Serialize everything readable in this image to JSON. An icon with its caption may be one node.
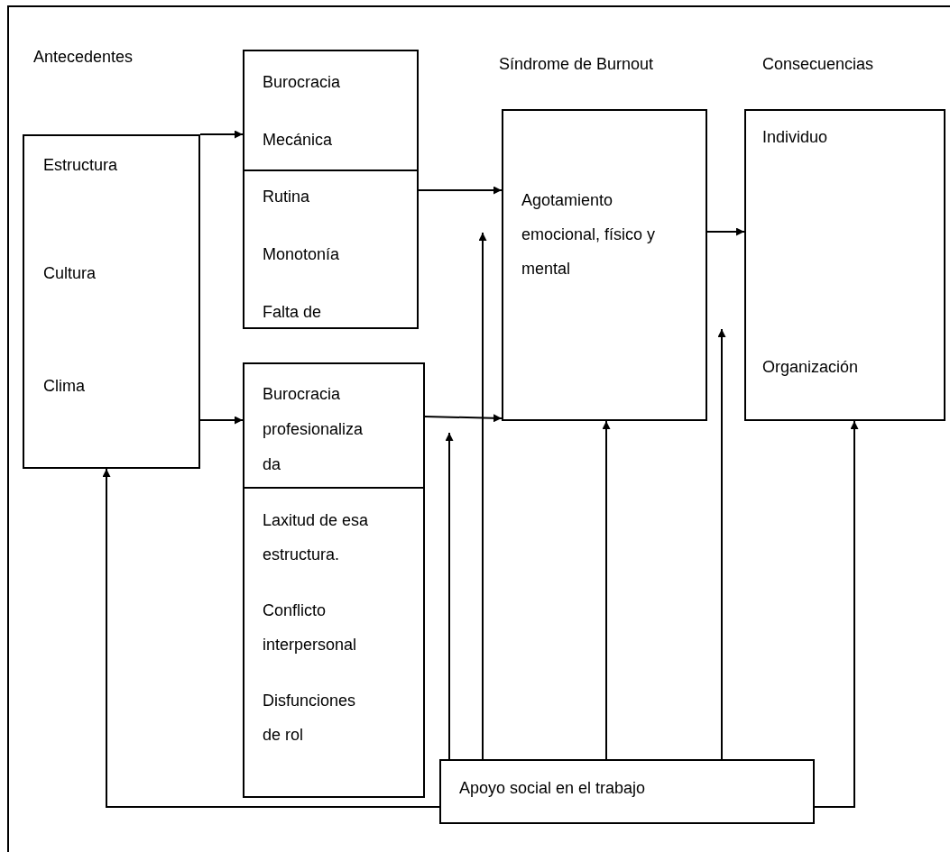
{
  "diagram": {
    "nodes": [
      {
        "text": [
          "Estructura",
          "Cultura",
          "Clima"
        ]
      },
      {
        "text": [
          "Burocracia Mecánica"
        ]
      },
      {
        "text": [
          "Rutina",
          "Monotonía",
          "Falta de"
        ]
      },
      {
        "text": [
          "Burocracia profesionaliza da"
        ]
      },
      {
        "text": [
          "Laxitud de esa estructura.",
          "Conflicto interpersonal",
          "Disfunciones de rol"
        ]
      },
      {
        "text": [
          "Agotamiento emocional, físico y mental"
        ]
      },
      {
        "text": [
          "Individuo",
          "Organización"
        ]
      },
      {
        "text": [
          "Apoyo social en el trabajo"
        ]
      }
    ],
    "edges": [
      {
        "from": 0,
        "to": 1,
        "arrow": "to"
      },
      {
        "from": 0,
        "to": 3,
        "arrow": "to"
      },
      {
        "from": 2,
        "to": 5,
        "arrow": "to"
      },
      {
        "from": 3,
        "to": 5,
        "arrow": "to"
      },
      {
        "from": 5,
        "to": 6,
        "arrow": "to"
      },
      {
        "from": 7,
        "to": 0,
        "arrow": "to"
      },
      {
        "from": 7,
        "to": 3,
        "arrow": "to"
      },
      {
        "from": 7,
        "to": 5,
        "arrow": "to"
      },
      {
        "from": 7,
        "to": 5,
        "arrow": "to"
      },
      {
        "from": 7,
        "to": 5,
        "arrow": "to"
      },
      {
        "from": 7,
        "to": 6,
        "arrow": "to"
      }
    ],
    "labels": [
      "Antecedentes",
      "Síndrome de Burnout",
      "Consecuencias"
    ]
  }
}
